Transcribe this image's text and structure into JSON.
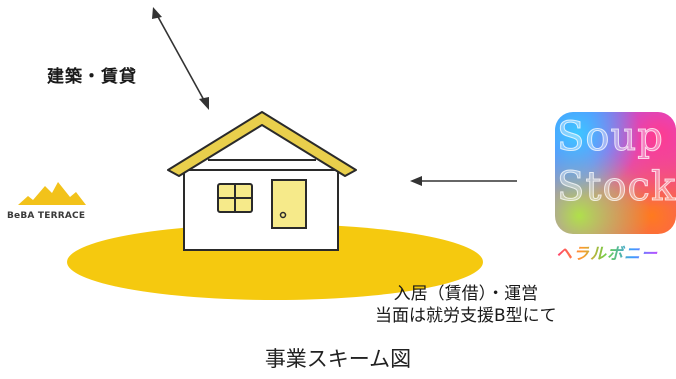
{
  "labels": {
    "build_rent": "建築・賃貸",
    "tenancy_line1": "入居（賃借）・運営",
    "tenancy_line2": "当面は就労支援B型にて"
  },
  "caption": "事業スキーム図",
  "logos": {
    "beba": "BeBA TERRACE",
    "app_line1": "Soup",
    "app_line2": "Stock",
    "heralbony": "ヘラルボニー"
  },
  "colors": {
    "ground": "#f5c90f",
    "house_fill": "#f6ea8a",
    "roof": "#e9cf4c",
    "outline": "#2a2a2a",
    "beba_mountain": "#f2c21a"
  }
}
